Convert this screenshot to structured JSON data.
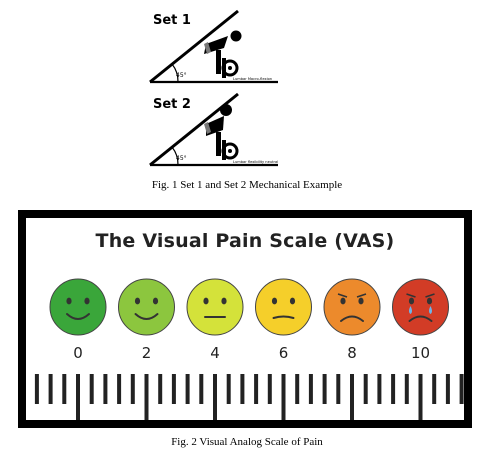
{
  "figure1": {
    "panels": [
      {
        "title": "Set 1",
        "angle": "45°",
        "note": "Lumbar Macro-flexion"
      },
      {
        "title": "Set 2",
        "angle": "45°",
        "note": "Lumbar flexibility neutral"
      }
    ],
    "caption": "Fig. 1 Set 1 and Set 2 Mechanical Example"
  },
  "figure2": {
    "title": "The Visual Pain Scale (VAS)",
    "faces": [
      {
        "score": "0",
        "color": "#3aa63a",
        "mood": "happy"
      },
      {
        "score": "2",
        "color": "#8cc63e",
        "mood": "happy"
      },
      {
        "score": "4",
        "color": "#d4e23a",
        "mood": "neutral"
      },
      {
        "score": "6",
        "color": "#f5cf2a",
        "mood": "uneasy"
      },
      {
        "score": "8",
        "color": "#ec8a2c",
        "mood": "sad"
      },
      {
        "score": "10",
        "color": "#d23c26",
        "mood": "crying"
      }
    ],
    "caption": "Fig. 2 Visual Analog Scale of Pain"
  }
}
